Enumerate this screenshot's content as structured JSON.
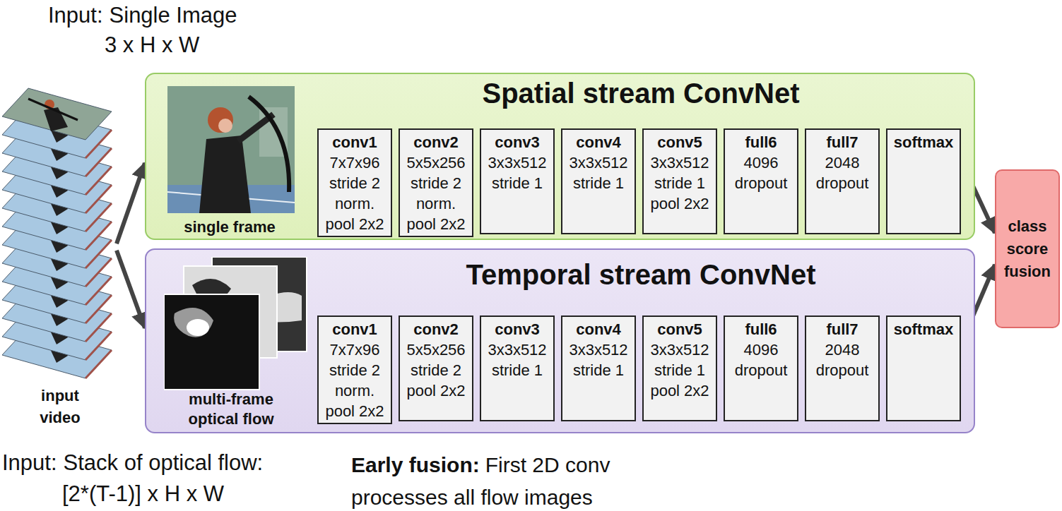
{
  "diagram": {
    "nodes": [
      {
        "text": [
          "input video"
        ]
      },
      {
        "text": [
          "Spatial stream ConvNet"
        ]
      },
      {
        "text": [
          "conv1",
          "7x7x96 stride 2 norm. pool 2x2"
        ],
        "in": 1
      },
      {
        "text": [
          "conv2",
          "5x5x256 stride 2 norm. pool 2x2"
        ],
        "in": 1
      },
      {
        "text": [
          "conv3",
          "3x3x512 stride 1"
        ],
        "in": 1
      },
      {
        "text": [
          "conv4",
          "3x3x512 stride 1"
        ],
        "in": 1
      },
      {
        "text": [
          "conv5",
          "3x3x512 stride 1 pool 2x2"
        ],
        "in": 1
      },
      {
        "text": [
          "full6",
          "4096 dropout"
        ],
        "in": 1
      },
      {
        "text": [
          "full7",
          "2048 dropout"
        ],
        "in": 1
      },
      {
        "text": [
          "softmax"
        ],
        "in": 1
      },
      {
        "text": [
          "Temporal stream ConvNet"
        ]
      },
      {
        "text": [
          "conv1",
          "7x7x96 stride 2 norm. pool 2x2"
        ],
        "in": 10
      },
      {
        "text": [
          "conv2",
          "5x5x256 stride 2 pool 2x2"
        ],
        "in": 10
      },
      {
        "text": [
          "conv3",
          "3x3x512 stride 1"
        ],
        "in": 10
      },
      {
        "text": [
          "conv4",
          "3x3x512 stride 1"
        ],
        "in": 10
      },
      {
        "text": [
          "conv5",
          "3x3x512 stride 1 pool 2x2"
        ],
        "in": 10
      },
      {
        "text": [
          "full6",
          "4096 dropout"
        ],
        "in": 10
      },
      {
        "text": [
          "full7",
          "2048 dropout"
        ],
        "in": 10
      },
      {
        "text": [
          "softmax"
        ],
        "in": 10
      },
      {
        "text": [
          "class score fusion"
        ]
      }
    ],
    "edges": [
      {
        "from": 0,
        "to": 1,
        "arrow": "to"
      },
      {
        "from": 0,
        "to": 10,
        "arrow": "to"
      },
      {
        "from": 9,
        "to": 19,
        "arrow": "to"
      },
      {
        "from": 18,
        "to": 19,
        "arrow": "to"
      }
    ],
    "labels": [
      "Input:",
      "Single Image",
      "3 x H x W",
      "single frame",
      "multi-frame optical flow",
      "Input:",
      "Stack of optical flow:",
      "[2*(T-1)] x H x W",
      "Early fusion:",
      "First 2D conv processes all flow images"
    ]
  }
}
